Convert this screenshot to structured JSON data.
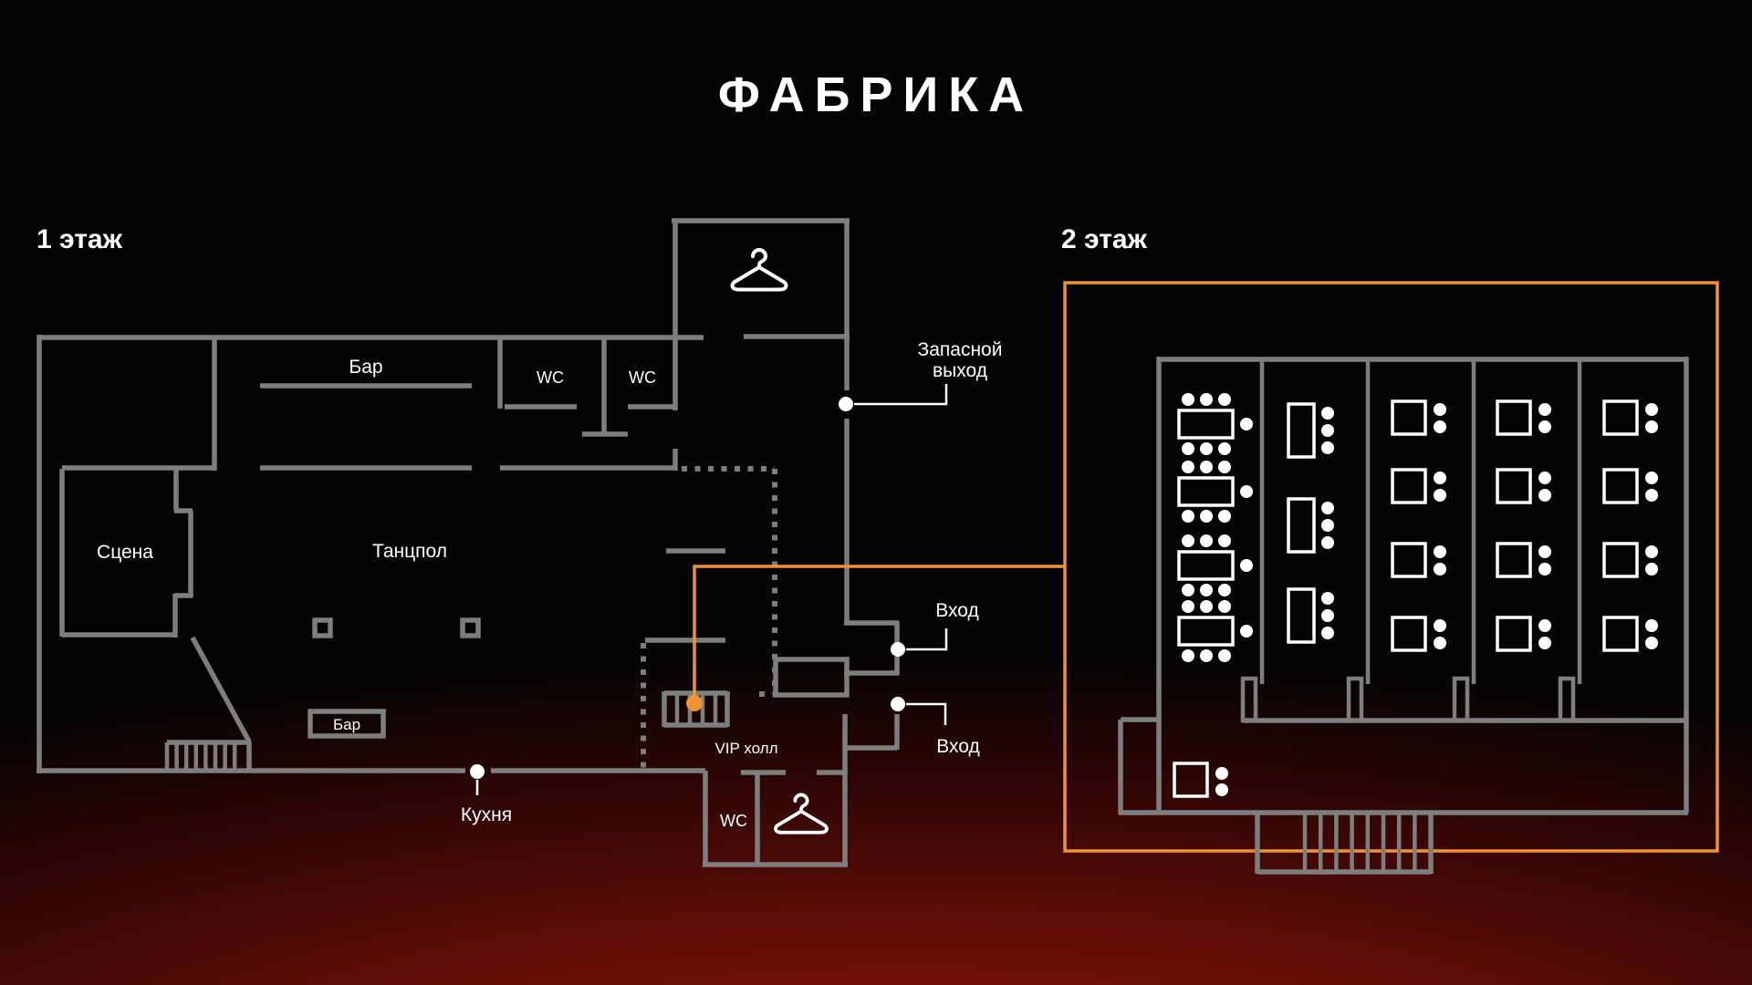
{
  "logo": {
    "text": "ФАБРИКА"
  },
  "floor1": {
    "title": "1 этаж",
    "labels": {
      "bar_top": "Бар",
      "wc_left": "WC",
      "wc_right": "WC",
      "stage": "Сцена",
      "dancefloor": "Танцпол",
      "bar_bottom": "Бар",
      "kitchen": "Кухня",
      "vip_hall": "VIP холл",
      "wc_bottom": "WC",
      "emergency_exit_line1": "Запасной",
      "emergency_exit_line2": "выход",
      "entrance_top": "Вход",
      "entrance_bottom": "Вход"
    }
  },
  "floor2": {
    "title": "2 этаж"
  },
  "colors": {
    "wall": "#7E7E7E",
    "accent": "#F09238",
    "text": "#FFFFFF",
    "bg_bottom_red": "#6F1008"
  }
}
